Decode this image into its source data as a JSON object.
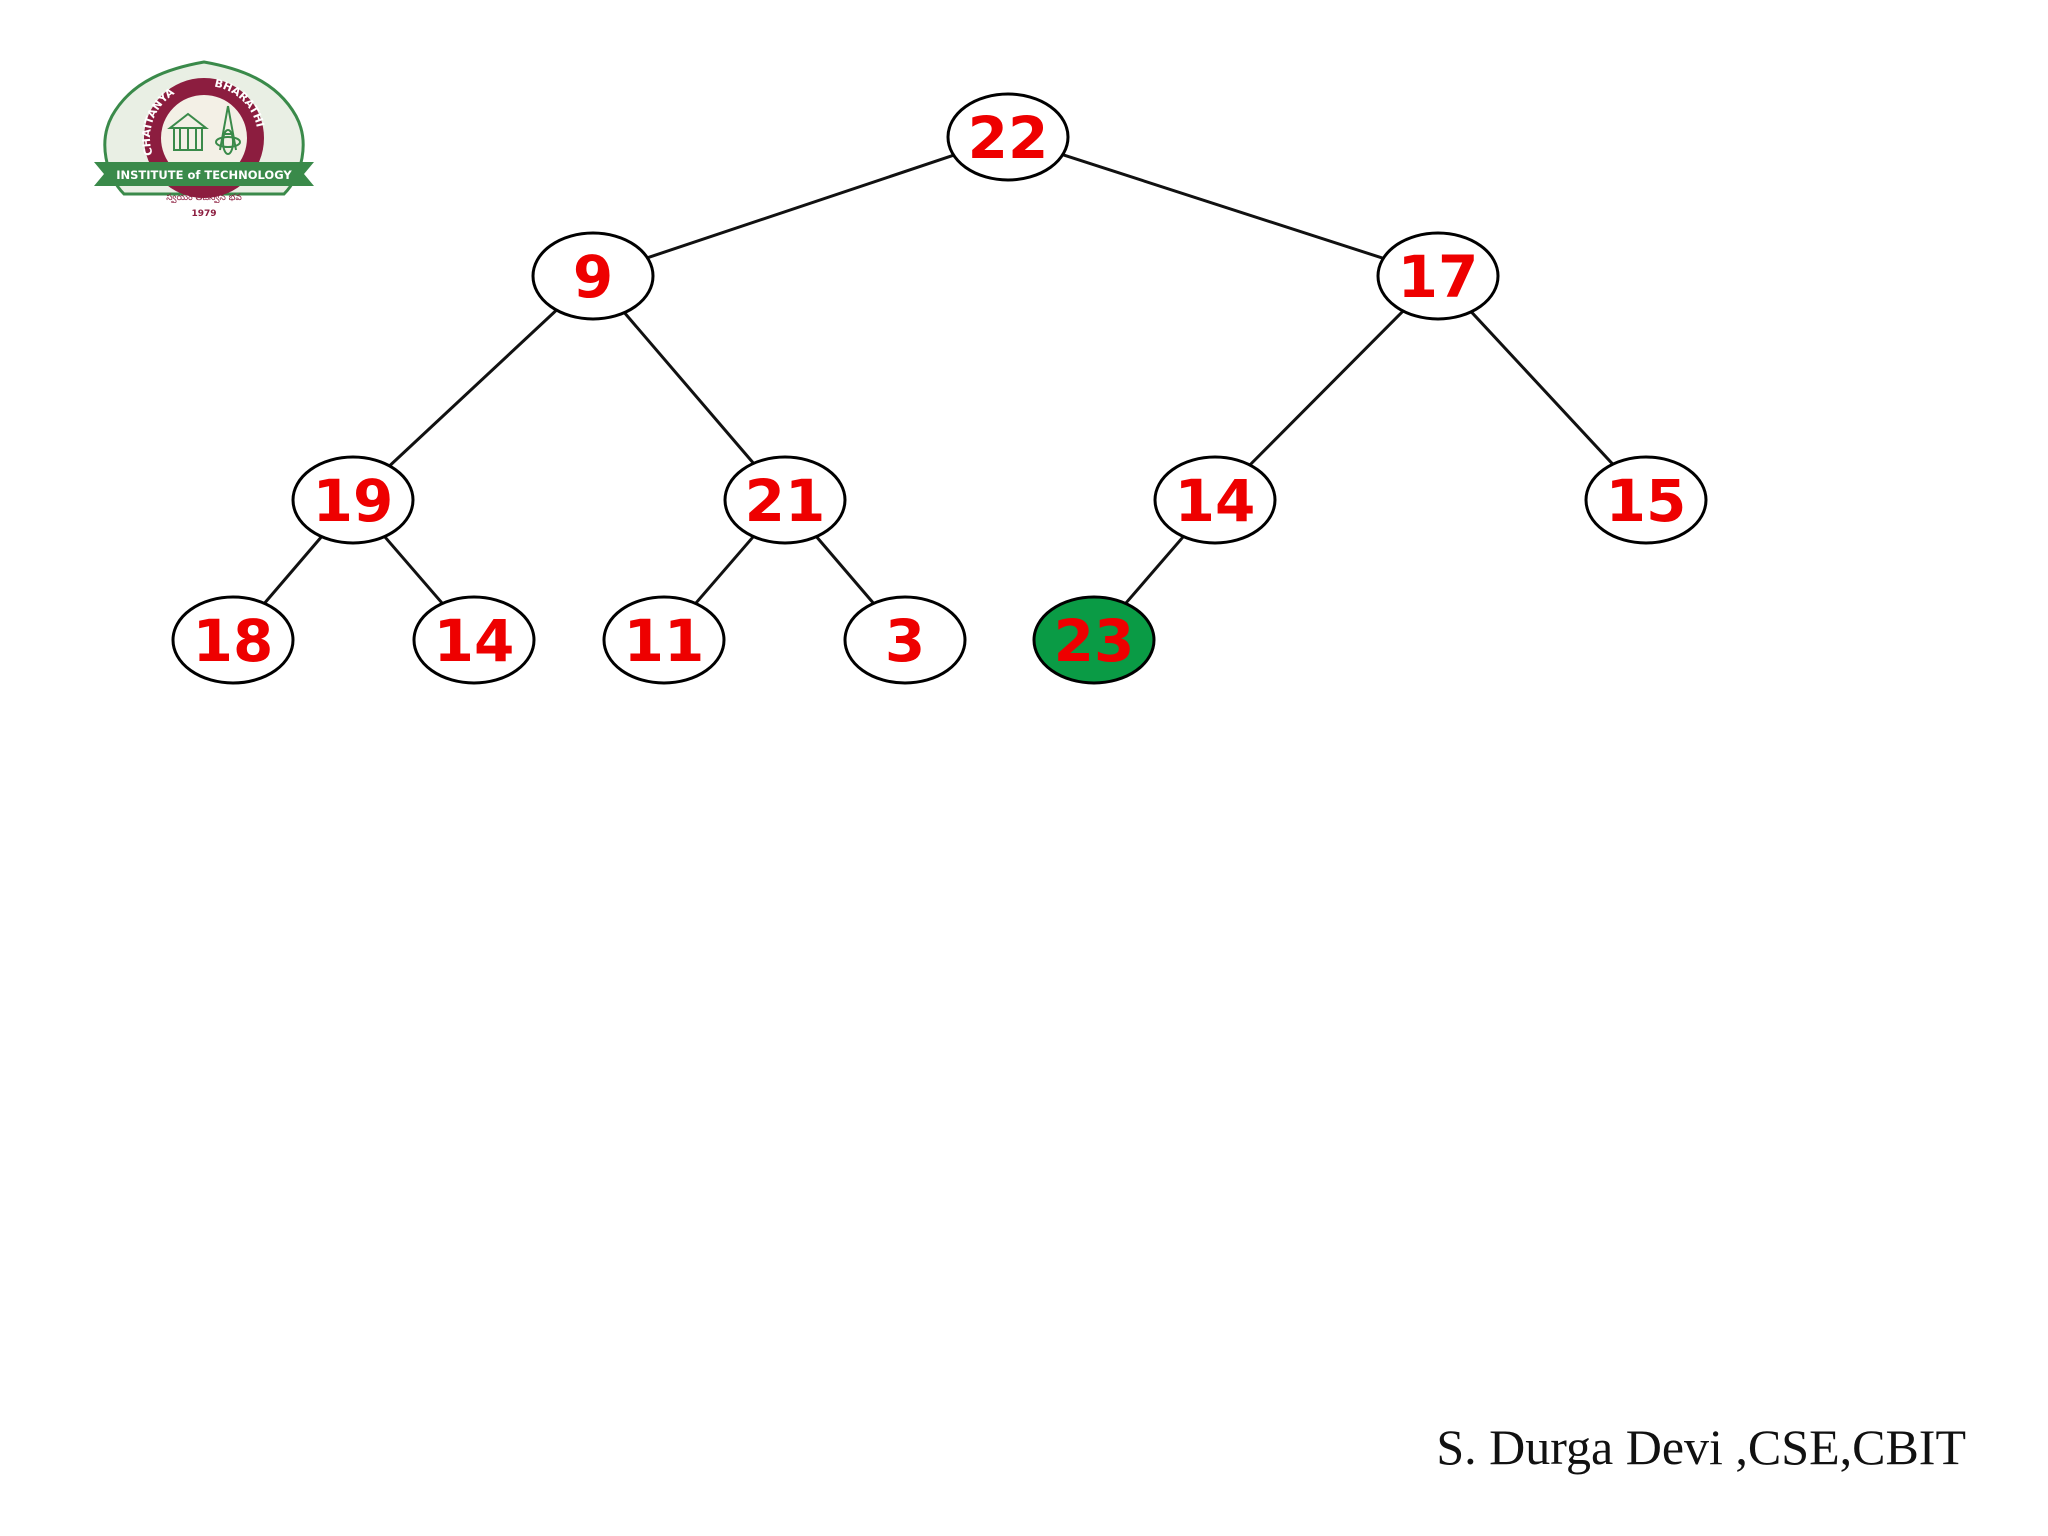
{
  "logo": {
    "ring_text_left": "CHAITANYA",
    "ring_text_right": "BHARATHI",
    "banner_text": "INSTITUTE of TECHNOLOGY",
    "script_text": "స్వయం తేజస్విన్ భవ",
    "year": "1979"
  },
  "tree": {
    "nodes": [
      {
        "id": "n0",
        "value": "22",
        "highlighted": false
      },
      {
        "id": "n1",
        "value": "9",
        "highlighted": false
      },
      {
        "id": "n2",
        "value": "17",
        "highlighted": false
      },
      {
        "id": "n3",
        "value": "19",
        "highlighted": false
      },
      {
        "id": "n4",
        "value": "21",
        "highlighted": false
      },
      {
        "id": "n5",
        "value": "14",
        "highlighted": false
      },
      {
        "id": "n6",
        "value": "15",
        "highlighted": false
      },
      {
        "id": "n7",
        "value": "18",
        "highlighted": false
      },
      {
        "id": "n8",
        "value": "14",
        "highlighted": false
      },
      {
        "id": "n9",
        "value": "11",
        "highlighted": false
      },
      {
        "id": "n10",
        "value": "3",
        "highlighted": false
      },
      {
        "id": "n11",
        "value": "23",
        "highlighted": true
      }
    ],
    "edges": [
      [
        "n0",
        "n1"
      ],
      [
        "n0",
        "n2"
      ],
      [
        "n1",
        "n3"
      ],
      [
        "n1",
        "n4"
      ],
      [
        "n2",
        "n5"
      ],
      [
        "n2",
        "n6"
      ],
      [
        "n3",
        "n7"
      ],
      [
        "n3",
        "n8"
      ],
      [
        "n4",
        "n9"
      ],
      [
        "n4",
        "n10"
      ],
      [
        "n5",
        "n11"
      ]
    ],
    "colors": {
      "label": "#ee0000",
      "node_fill": "#ffffff",
      "highlight_fill": "#0a9b45",
      "outline": "#000000",
      "edge": "#111111"
    }
  },
  "footer": {
    "credit": "S. Durga Devi ,CSE,CBIT"
  },
  "brand_colors": {
    "maroon": "#8c1d3f",
    "green": "#3a8a4a"
  }
}
